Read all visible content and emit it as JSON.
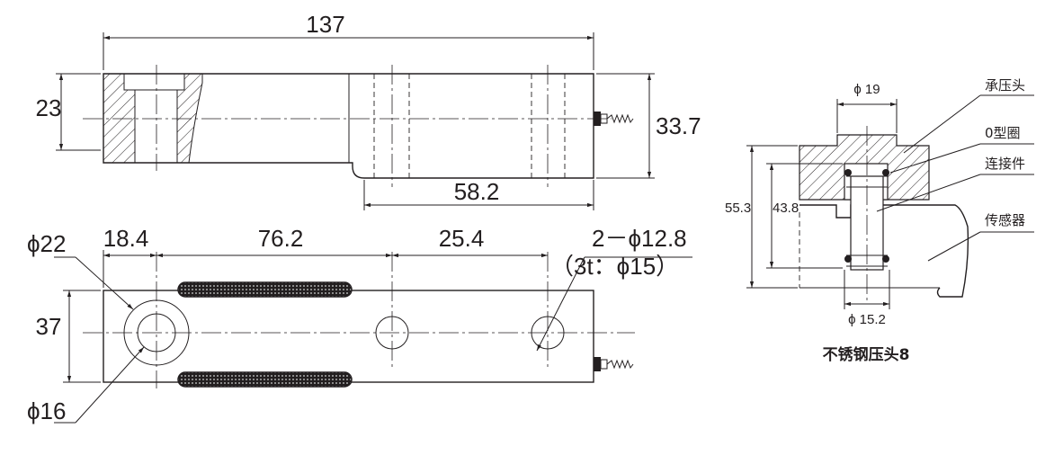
{
  "side_view": {
    "overall_length": "137",
    "height_left": "23",
    "total_height": "33.7",
    "hole_spacing_bottom": "58.2"
  },
  "top_view": {
    "left_offset": "18.4",
    "middle_span": "76.2",
    "right_span": "25.4",
    "width": "37",
    "big_hole_outer": "ϕ22",
    "big_hole_inner": "ϕ16",
    "mount_holes": "2－ϕ12.8",
    "counterbore": "（3t：ϕ15）"
  },
  "assembly": {
    "top_dia": "ϕ 19",
    "bottom_dia": "ϕ 15.2",
    "height_total": "55.3",
    "height_inner": "43.8",
    "callouts": {
      "pressure_head": "承压头",
      "o_ring": "0型圈",
      "connector": "连接件",
      "sensor": "传感器"
    },
    "caption": "不锈钢压头8"
  }
}
